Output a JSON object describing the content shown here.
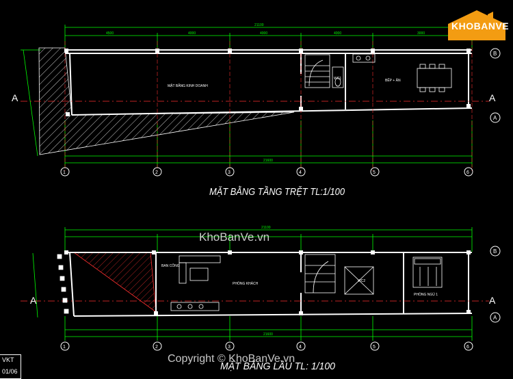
{
  "drawing": {
    "plan1_title": "MẶT BẰNG TẦNG TRỆT TL:1/100",
    "plan2_title": "MẶT BẰNG LẦU TL: 1/100",
    "plan1_rooms": {
      "shop": "MẶT BẰNG KINH DOANH",
      "wc": "WC1",
      "kitchen": "BẾP + ĂN"
    },
    "plan2_rooms": {
      "balcony": "BAN CÔNG",
      "living": "PHÒNG KHÁCH",
      "wc": "WC2",
      "bedroom": "PHÒNG NGỦ 1"
    },
    "axes_numbers": [
      "1",
      "2",
      "3",
      "4",
      "5",
      "6"
    ],
    "axes_letters": [
      "A",
      "B"
    ],
    "section_mark": "A",
    "total_dim_top": "21100",
    "total_dim_bottom": "21600",
    "segment_dims": [
      "4500",
      "4000",
      "4000",
      "4000",
      "3000"
    ],
    "sheet_label": "VKT",
    "sheet_number": "01/06"
  },
  "branding": {
    "logo_text": "KHOBANVE",
    "watermark_1": "KhoBanVe.vn",
    "watermark_2": "Copyright © KhoBanVe.vn"
  },
  "colors": {
    "background": "#000000",
    "wall": "#ffffff",
    "dimension": "#00ff00",
    "axis": "#ff3030",
    "hatch": "#ff2020",
    "furniture": "#ffffff",
    "logo_orange": "#f39c12"
  }
}
